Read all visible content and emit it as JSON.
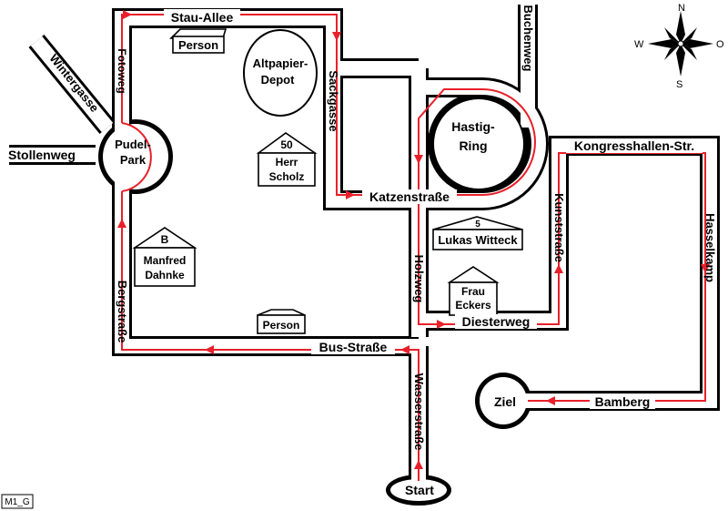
{
  "map": {
    "id_code": "M1_G",
    "colors": {
      "road_border": "#000000",
      "road_fill": "#ffffff",
      "route": "#e8202a"
    },
    "streets": {
      "stau_allee": "Stau-Allee",
      "fotoweg": "Fotoweg",
      "wintergasse": "Wintergasse",
      "stollenweg": "Stollenweg",
      "bergstrasse": "Bergstraße",
      "bus_strasse": "Bus-Straße",
      "wasserstrasse": "Wasserstraße",
      "sackgasse": "Sackgasse",
      "katzenstrasse": "Katzenstraße",
      "buchenweg": "Buchenweg",
      "holzweg": "Holzweg",
      "diesterweg": "Diesterweg",
      "kunststrasse": "Kunststraße",
      "kongresshallen": "Kongresshallen-Str.",
      "hasselkamp": "Hasselkamp",
      "bamberg": "Bamberg"
    },
    "places": {
      "pudel_park_1": "Pudel-",
      "pudel_park_2": "Park",
      "altpapier_1": "Altpapier-",
      "altpapier_2": "Depot",
      "hastig_1": "Hastig-",
      "hastig_2": "Ring",
      "start": "Start",
      "ziel": "Ziel"
    },
    "houses": {
      "person_top": "Person",
      "person_bottom": "Person",
      "scholz_number": "50",
      "scholz_1": "Herr",
      "scholz_2": "Scholz",
      "dahnke_letter": "B",
      "dahnke_1": "Manfred",
      "dahnke_2": "Dahnke",
      "witteck_number": "5",
      "witteck": "Lukas Witteck",
      "eckers_1": "Frau",
      "eckers_2": "Eckers"
    },
    "compass": {
      "n": "N",
      "s": "S",
      "w": "W",
      "o": "O"
    }
  }
}
